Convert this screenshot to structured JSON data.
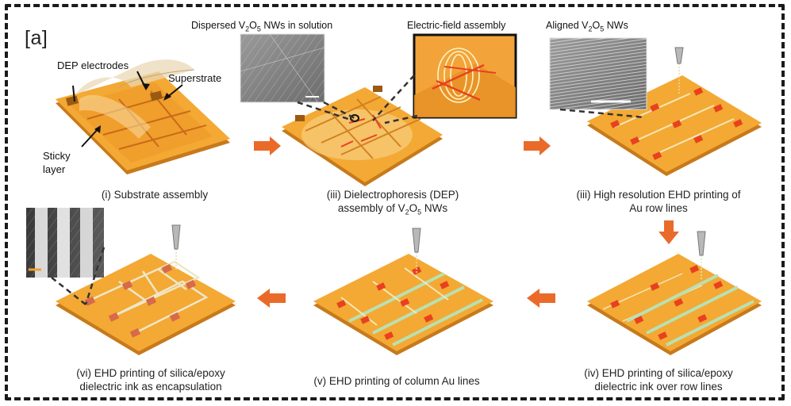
{
  "panel_label": "[a]",
  "steps": [
    {
      "caption_line1": "(i) Substrate assembly",
      "caption_line2": ""
    },
    {
      "caption_line1": "(iii) Dielectrophoresis (DEP)",
      "caption_line2_prefix": "assembly of V",
      "caption_line2_sub1": "2",
      "caption_line2_mid": "O",
      "caption_line2_sub2": "5",
      "caption_line2_suffix": " NWs"
    },
    {
      "caption_line1": "(iii) High resolution EHD printing of",
      "caption_line2": "Au row lines"
    },
    {
      "caption_line1": "(iv) EHD printing of silica/epoxy",
      "caption_line2": "dielectric ink over row lines"
    },
    {
      "caption_line1": "(v) EHD printing of column Au lines",
      "caption_line2": ""
    },
    {
      "caption_line1": "(vi) EHD printing of silica/epoxy",
      "caption_line2": "dielectric ink as encapsulation"
    }
  ],
  "annotations": {
    "dep_electrodes": "DEP electrodes",
    "superstrate": "Superstrate",
    "sticky_line1": "Sticky",
    "sticky_line2": "layer",
    "dispersed_prefix": "Dispersed V",
    "dispersed_sub1": "2",
    "dispersed_mid": "O",
    "dispersed_sub2": "5",
    "dispersed_suffix": " NWs in solution",
    "efield": "Electric-field assembly",
    "aligned_prefix": "Aligned V",
    "aligned_sub1": "2",
    "aligned_mid": "O",
    "aligned_sub2": "5",
    "aligned_suffix": " NWs"
  },
  "colors": {
    "substrate_top": "#f3a933",
    "substrate_side": "#c77a1c",
    "electrode": "#e8411f",
    "line_au": "#f6e7b8",
    "line_dielectric": "#b9e0b3",
    "arrow": "#ea6a2a",
    "frame": "#1a1a1a",
    "sem_gray": "#8d8d8d"
  }
}
